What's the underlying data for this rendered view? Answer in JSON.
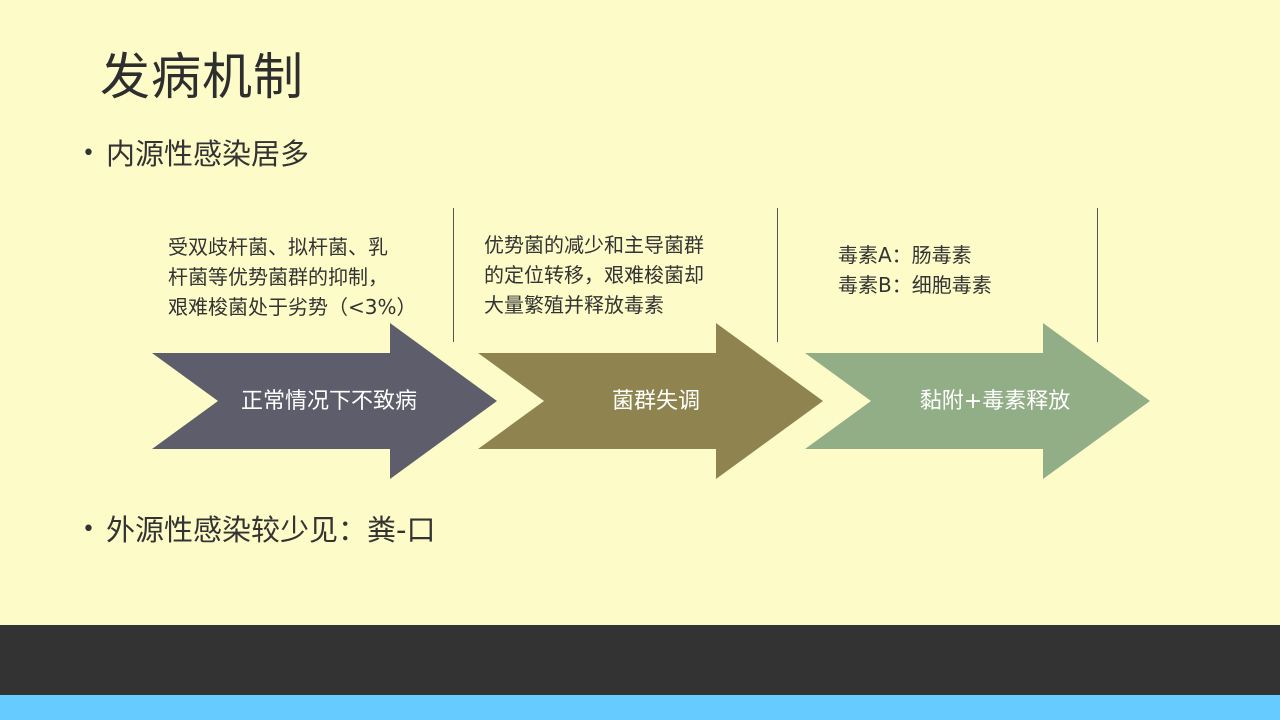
{
  "slide": {
    "title": "发病机制",
    "bullet_char": "•",
    "bullets": [
      "内源性感染居多",
      "外源性感染较少见：粪-口"
    ]
  },
  "process": {
    "steps": [
      {
        "label": "正常情况下不致病",
        "description": "受双歧杆菌、拟杆菌、乳\n杆菌等优势菌群的抑制，\n艰难梭菌处于劣势（<3%）",
        "color": "#5e5d6b"
      },
      {
        "label": "菌群失调",
        "description": "优势菌的减少和主导菌群\n的定位转移，艰难梭菌却\n大量繁殖并释放毒素",
        "color": "#8f8450"
      },
      {
        "label": "黏附+毒素释放",
        "description": "毒素A：肠毒素\n毒素B：细胞毒素",
        "color": "#92ae86"
      }
    ]
  },
  "theme": {
    "background": "#fdfcc8",
    "footer_dark": "#333333",
    "footer_accent": "#66ccff"
  }
}
